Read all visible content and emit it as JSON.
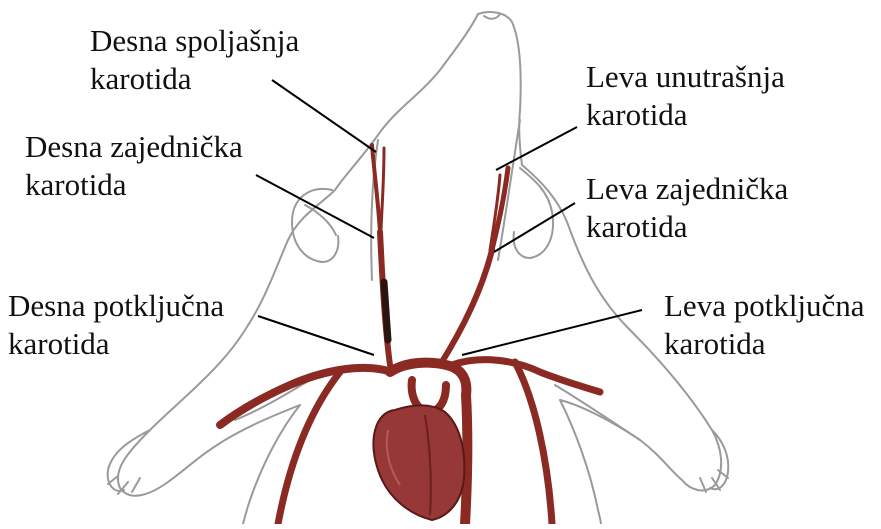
{
  "labels": {
    "right_external_carotid": {
      "line1": "Desna spoljašnja",
      "line2": "karotida"
    },
    "right_common_carotid": {
      "line1": "Desna zajednička",
      "line2": "karotida"
    },
    "right_subclavian": {
      "line1": "Desna potključna",
      "line2": "karotida"
    },
    "left_internal_carotid": {
      "line1": "Leva unutrašnja",
      "line2": "karotida"
    },
    "left_common_carotid": {
      "line1": "Leva zajednička",
      "line2": "karotida"
    },
    "left_subclavian": {
      "line1": "Leva potključna",
      "line2": "karotida"
    }
  },
  "colors": {
    "artery": "#8a2a22",
    "heart": "#963838",
    "outline": "#9a9a9a",
    "leader": "#000000"
  }
}
